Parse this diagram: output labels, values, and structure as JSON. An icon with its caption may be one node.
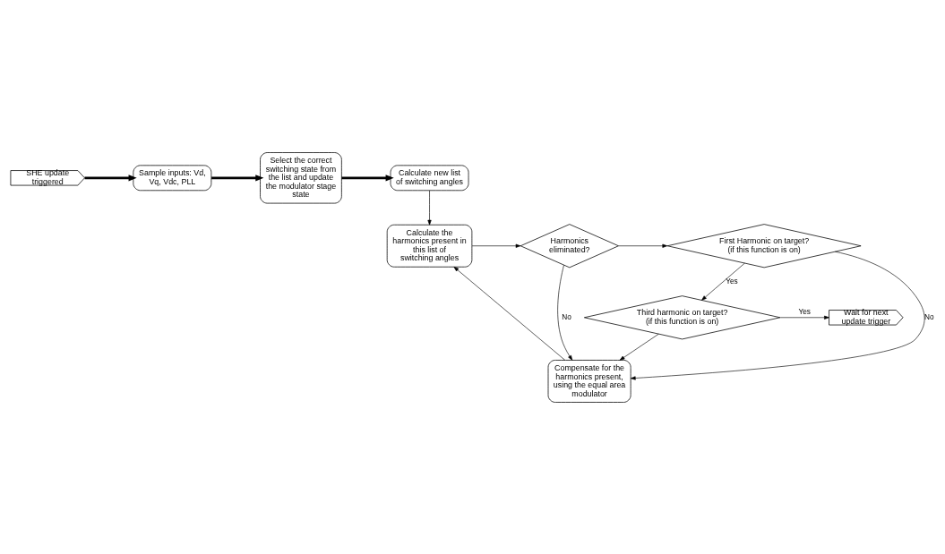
{
  "diagram": {
    "nodes": [
      {
        "text": [
          "SHE update triggered"
        ]
      },
      {
        "text": [
          "Sample inputs: Vd, Vq, Vdc, PLL"
        ]
      },
      {
        "text": [
          "Select the correct switching state from the list and update the modulator stage state"
        ]
      },
      {
        "text": [
          "Calculate new list of switching angles"
        ]
      },
      {
        "text": [
          "Calculate the harmonics present in this list of switching angles"
        ]
      },
      {
        "text": [
          "Harmonics eliminated?"
        ]
      },
      {
        "text": [
          "First Harmonic on target? (if this function is on)"
        ]
      },
      {
        "text": [
          "Third harmonic on target? (if this function is on)"
        ]
      },
      {
        "text": [
          "Compensate for the harmonics present, using the equal area modulator"
        ]
      },
      {
        "text": [
          "Wait for next update trigger"
        ]
      }
    ],
    "edges": [
      {
        "from": 0,
        "to": 1,
        "arrow": "to",
        "style": "thick"
      },
      {
        "from": 1,
        "to": 2,
        "arrow": "to",
        "style": "thick"
      },
      {
        "from": 2,
        "to": 3,
        "arrow": "to",
        "style": "thick"
      },
      {
        "from": 3,
        "to": 4,
        "arrow": "to"
      },
      {
        "from": 4,
        "to": 5,
        "arrow": "to"
      },
      {
        "from": 5,
        "to": 6,
        "arrow": "to"
      },
      {
        "from": 5,
        "to": 8,
        "arrow": "to",
        "label": "No"
      },
      {
        "from": 6,
        "to": 8,
        "arrow": "to",
        "label": "No"
      },
      {
        "from": 7,
        "to": 8,
        "arrow": "to"
      },
      {
        "from": 6,
        "to": 7,
        "arrow": "to",
        "label": "Yes"
      },
      {
        "from": 7,
        "to": 9,
        "arrow": "to",
        "label": "Yes"
      },
      {
        "from": 8,
        "to": 4,
        "arrow": "to"
      }
    ]
  }
}
